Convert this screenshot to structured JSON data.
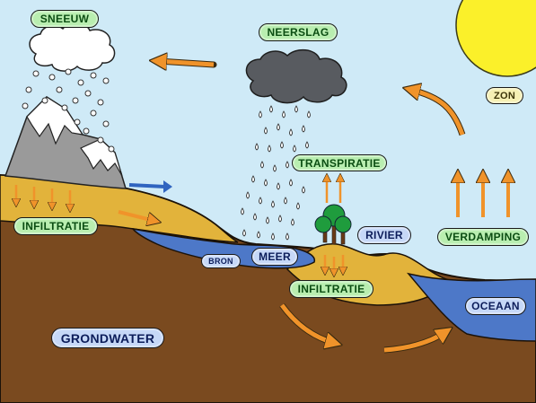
{
  "labels": {
    "sneeuw": "SNEEUW",
    "neerslag": "NEERSLAG",
    "zon": "ZON",
    "transpiratie": "TRANSPIRATIE",
    "infiltratie_left": "INFILTRATIE",
    "rivier": "RIVIER",
    "verdamping": "VERDAMPING",
    "bron": "BRON",
    "meer": "MEER",
    "infiltratie_center": "INFILTRATIE",
    "oceaan": "OCEAAN",
    "grondwater": "GRONDWATER"
  },
  "colors": {
    "sky": "#cfeaf7",
    "ground": "#7a4a1f",
    "sand": "#e2b33b",
    "water": "#4d78c8",
    "arrow_orange": "#f0932a",
    "sun": "#fbf02a",
    "mountain": "#9a9a9a",
    "cloud_dark": "#585b60",
    "tree_green": "#1f9c3d"
  }
}
